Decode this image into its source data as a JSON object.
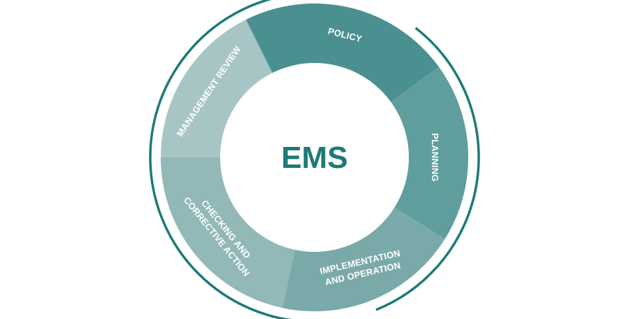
{
  "diagram": {
    "center_label": "EMS",
    "cycle_color": "#1d7a76",
    "segments": [
      {
        "label": "POLICY",
        "color": "#4a9090"
      },
      {
        "label": "PLANNING",
        "color": "#609e9e"
      },
      {
        "label": "IMPLEMENTATION|AND OPERATION",
        "color": "#7aa9a9"
      },
      {
        "label": "CHECKING AND|CORRECTIVE ACTION",
        "color": "#92b8b8"
      },
      {
        "label": "MANAGEMENT REVIEW",
        "color": "#a8c5c5"
      }
    ]
  }
}
